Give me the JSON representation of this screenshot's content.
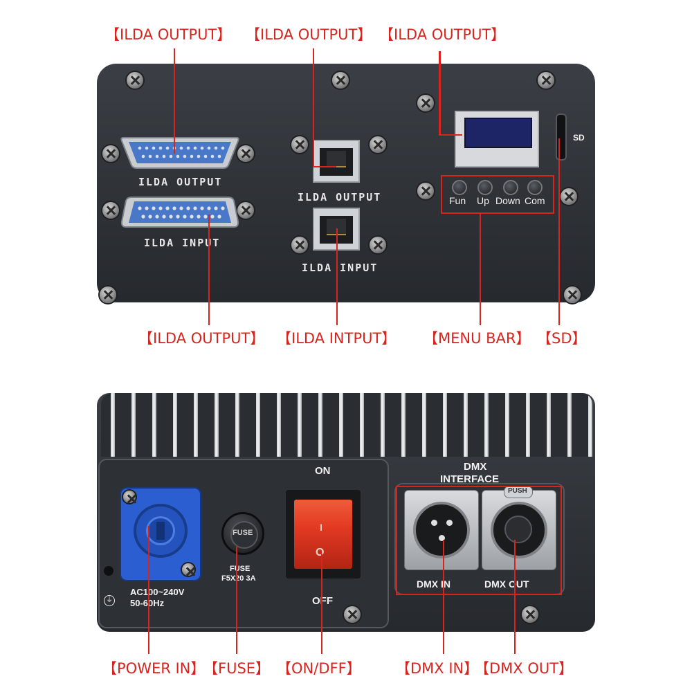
{
  "callouts": {
    "top_ilda_output_1": "【ILDA OUTPUT】",
    "top_ilda_output_2": "【ILDA OUTPUT】",
    "top_ilda_output_3": "【ILDA OUTPUT】",
    "ilda_output_bottom": "【ILDA OUTPUT】",
    "ilda_intput": "【ILDA INTPUT】",
    "menu_bar": "【MENU BAR】",
    "sd": "【SD】",
    "power_in": "【POWER IN】",
    "fuse": "【FUSE】",
    "on_dff": "【ON/DFF】",
    "dmx_in": "【DMX IN】",
    "dmx_out": "【DMX OUT】"
  },
  "top_panel": {
    "db25_output_label": "ILDA OUTPUT",
    "db25_input_label": "ILDA INPUT",
    "rj45_output_label": "ILDA OUTPUT",
    "rj45_input_label": "ILDA INPUT",
    "sd_label": "SD",
    "buttons": [
      "Fun",
      "Up",
      "Down",
      "Com"
    ]
  },
  "bottom_panel": {
    "power_label_1": "AC100~240V",
    "power_label_2": "50-60Hz",
    "fuse_cap_label": "FUSE",
    "fuse_label_1": "FUSE",
    "fuse_label_2": "F5X20 3A",
    "switch_on": "ON",
    "switch_off": "OFF",
    "switch_i": "I",
    "switch_o": "O",
    "dmx_title_1": "DMX",
    "dmx_title_2": "INTERFACE",
    "push_label": "PUSH",
    "dmx_in_label": "DMX IN",
    "dmx_out_label": "DMX OUT"
  },
  "colors": {
    "accent_red": "#d9231d",
    "panel": "#2f3237",
    "db25_blue": "#4a78c8",
    "powercon_blue": "#2b5fd1",
    "switch_red": "#e23a22"
  }
}
